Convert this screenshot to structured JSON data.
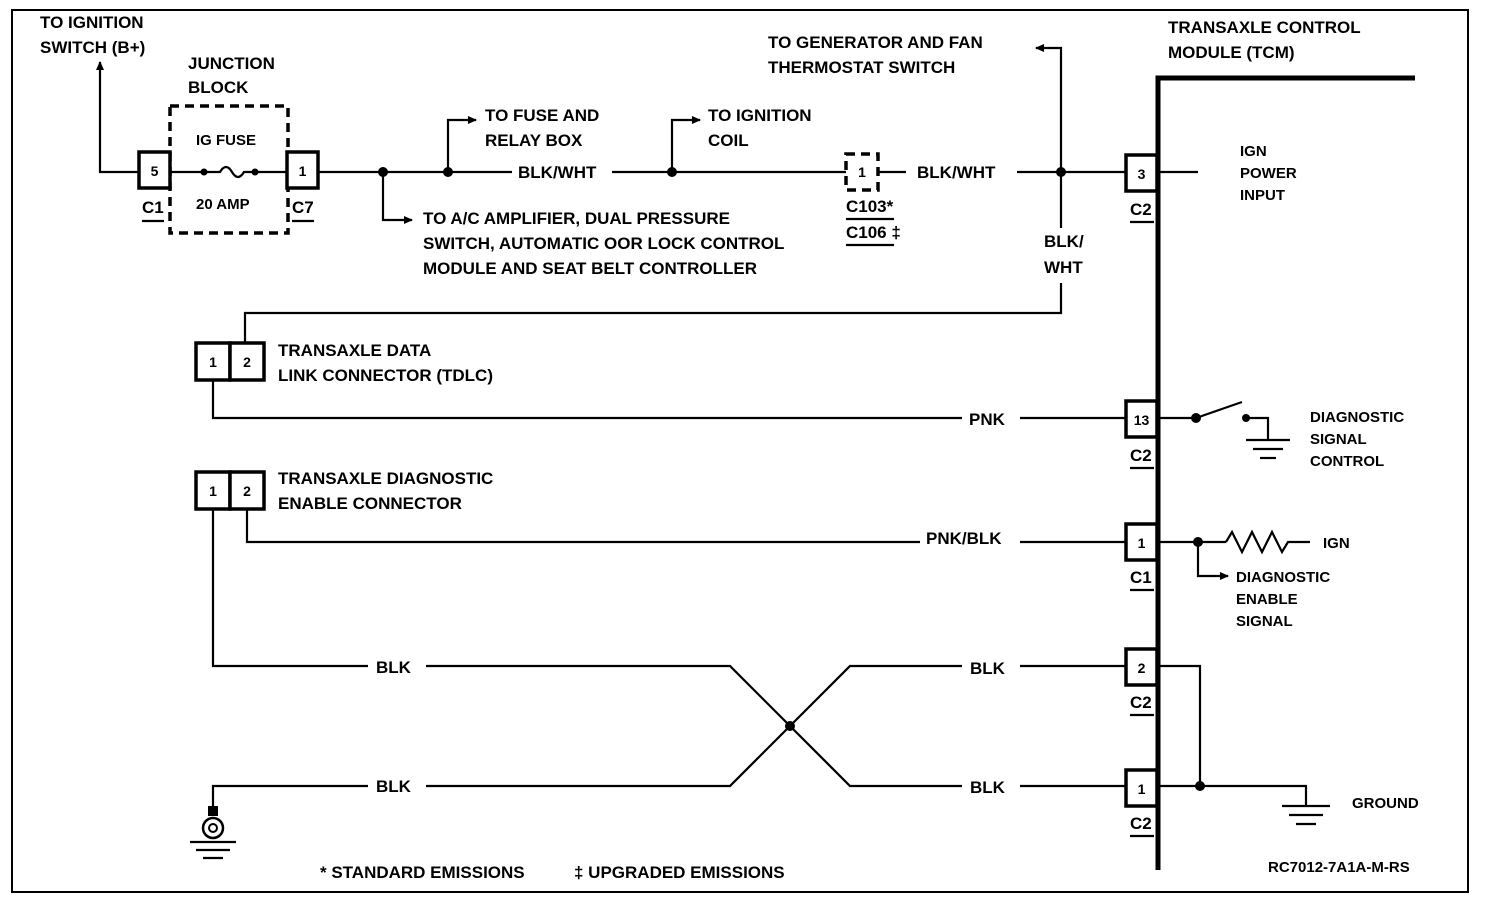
{
  "ignition_switch": {
    "line1": "TO IGNITION",
    "line2": "SWITCH (B+)"
  },
  "junction_block": {
    "line1": "JUNCTION",
    "line2": "BLOCK",
    "fuse_name": "IG FUSE",
    "fuse_rating": "20 AMP"
  },
  "conn": {
    "c1": "C1",
    "c7": "C7",
    "c2": "C2",
    "c103": "C103*",
    "c106": "C106 ‡"
  },
  "pins": {
    "p5": "5",
    "p1": "1",
    "p3": "3",
    "p13": "13",
    "p2": "2"
  },
  "wires": {
    "blk_wht": "BLK/WHT",
    "blk_wht_v1": "BLK/",
    "blk_wht_v2": "WHT",
    "pnk": "PNK",
    "pnk_blk": "PNK/BLK",
    "blk": "BLK"
  },
  "branches": {
    "fuse_relay": {
      "line1": "TO FUSE AND",
      "line2": "RELAY BOX"
    },
    "ign_coil": {
      "line1": "TO IGNITION",
      "line2": "COIL"
    },
    "generator": {
      "line1": "TO GENERATOR AND FAN",
      "line2": "THERMOSTAT SWITCH"
    },
    "ac_amp": {
      "line1": "TO A/C AMPLIFIER, DUAL PRESSURE",
      "line2": "SWITCH, AUTOMATIC  OOR LOCK CONTROL",
      "line3": "MODULE AND SEAT BELT CONTROLLER"
    }
  },
  "tcm": {
    "line1": "TRANSAXLE CONTROL",
    "line2": "MODULE (TCM)"
  },
  "ign_power": {
    "line1": "IGN",
    "line2": "POWER",
    "line3": "INPUT"
  },
  "tdlc": {
    "line1": "TRANSAXLE DATA",
    "line2": "LINK CONNECTOR (TDLC)"
  },
  "diag_enable_conn": {
    "line1": "TRANSAXLE DIAGNOSTIC",
    "line2": "ENABLE CONNECTOR"
  },
  "diag_signal_control": {
    "line1": "DIAGNOSTIC",
    "line2": "SIGNAL",
    "line3": "CONTROL"
  },
  "ign_label": "IGN",
  "diag_enable_signal": {
    "line1": "DIAGNOSTIC",
    "line2": "ENABLE",
    "line3": "SIGNAL"
  },
  "ground_label": "GROUND",
  "legend": {
    "standard": "* STANDARD EMISSIONS",
    "upgraded": "‡ UPGRADED EMISSIONS"
  },
  "ref_code": "RC7012-7A1A-M-RS"
}
